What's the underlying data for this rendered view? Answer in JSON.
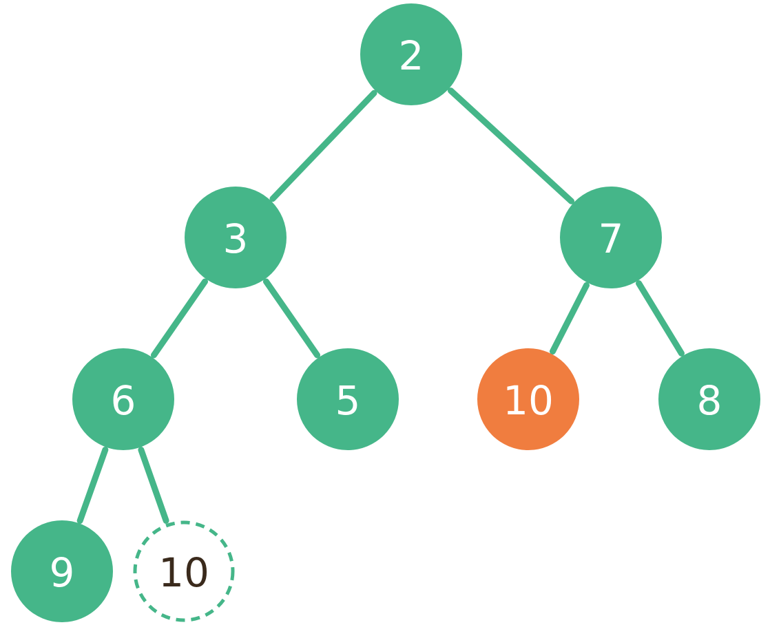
{
  "colors": {
    "node_green": "#45B689",
    "node_orange": "#F07D3F",
    "edge_green": "#45B689",
    "label_white": "#FFFFFF",
    "label_dark": "#3A2A1C",
    "dashed_outline": "#45B689"
  },
  "tree": {
    "nodes": [
      {
        "id": "n2",
        "label": "2",
        "style": "filled-green"
      },
      {
        "id": "n3",
        "label": "3",
        "style": "filled-green"
      },
      {
        "id": "n7",
        "label": "7",
        "style": "filled-green"
      },
      {
        "id": "n6",
        "label": "6",
        "style": "filled-green"
      },
      {
        "id": "n5",
        "label": "5",
        "style": "filled-green"
      },
      {
        "id": "n10a",
        "label": "10",
        "style": "filled-orange"
      },
      {
        "id": "n8",
        "label": "8",
        "style": "filled-green"
      },
      {
        "id": "n9",
        "label": "9",
        "style": "filled-green"
      },
      {
        "id": "n10b",
        "label": "10",
        "style": "dashed-outline"
      }
    ],
    "edges": [
      {
        "from": "n2",
        "to": "n3"
      },
      {
        "from": "n2",
        "to": "n7"
      },
      {
        "from": "n3",
        "to": "n6"
      },
      {
        "from": "n3",
        "to": "n5"
      },
      {
        "from": "n7",
        "to": "n10a"
      },
      {
        "from": "n7",
        "to": "n8"
      },
      {
        "from": "n6",
        "to": "n9"
      },
      {
        "from": "n6",
        "to": "n10b"
      }
    ]
  }
}
